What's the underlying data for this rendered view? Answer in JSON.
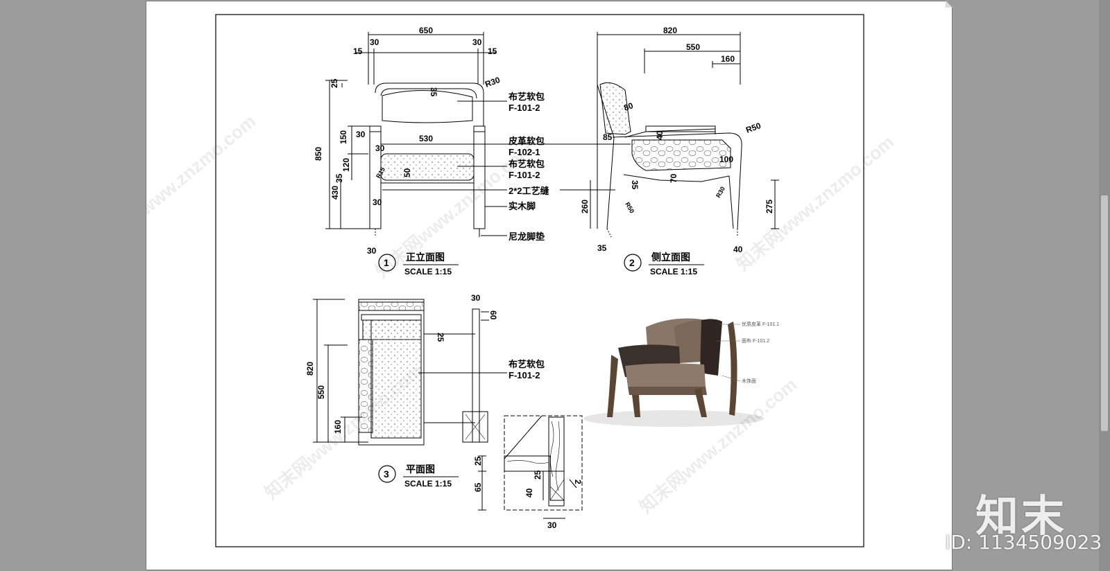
{
  "front": {
    "title": "正立面图",
    "scale": "SCALE 1:15",
    "num": "1",
    "dims": {
      "w650": "650",
      "s15a": "15",
      "s30a": "30",
      "s30b": "30",
      "s15b": "15",
      "h25": "25",
      "h850": "850",
      "t35": "35",
      "r30": "R30",
      "h150": "150",
      "h30": "30",
      "w530": "530",
      "s30c": "30",
      "h120": "120",
      "h35": "35",
      "h430": "430",
      "r15": "R15",
      "h50": "50",
      "b30": "30",
      "bot30": "30"
    },
    "labels": [
      {
        "text": "布艺软包",
        "code": "F-101-2"
      },
      {
        "text": "皮革软包",
        "code": "F-102-1"
      },
      {
        "text": "布艺软包",
        "code": "F-101-2"
      },
      {
        "text": "2*2工艺缝"
      },
      {
        "text": "实木脚"
      },
      {
        "text": "尼龙脚垫"
      }
    ]
  },
  "side": {
    "title": "侧立面图",
    "scale": "SCALE 1:15",
    "num": "2",
    "dims": {
      "d820": "820",
      "d550": "550",
      "d160": "160",
      "r50": "R50",
      "d80": "80",
      "d85": "85",
      "d40": "40",
      "d100": "100",
      "d70": "70",
      "r50b": "R50",
      "r30": "R30",
      "d35": "35",
      "d260": "260",
      "d275": "275",
      "b35": "35",
      "b40": "40"
    }
  },
  "plan": {
    "title": "平面图",
    "scale": "SCALE 1:15",
    "num": "3",
    "dims": {
      "p820": "820",
      "p550": "550",
      "p160": "160",
      "p30": "30",
      "p60": "60",
      "p25": "25"
    },
    "label": {
      "text": "布艺软包",
      "code": "F-101-2"
    }
  },
  "detail": {
    "dims": {
      "d25": "25",
      "d65": "65",
      "d40": "40",
      "d25b": "25",
      "d2": "2",
      "d30": "30"
    }
  },
  "render": {
    "legend": [
      "优质皮革 F-101.1",
      "面布 F-101.2",
      "木饰面"
    ]
  },
  "watermarks": [
    "知末网www.znzmo.com"
  ],
  "brand": "知末",
  "id_text": "ID: 1134509023",
  "colors": {
    "background": "#9c9c9c",
    "sheet": "#ffffff",
    "line": "#000000"
  }
}
